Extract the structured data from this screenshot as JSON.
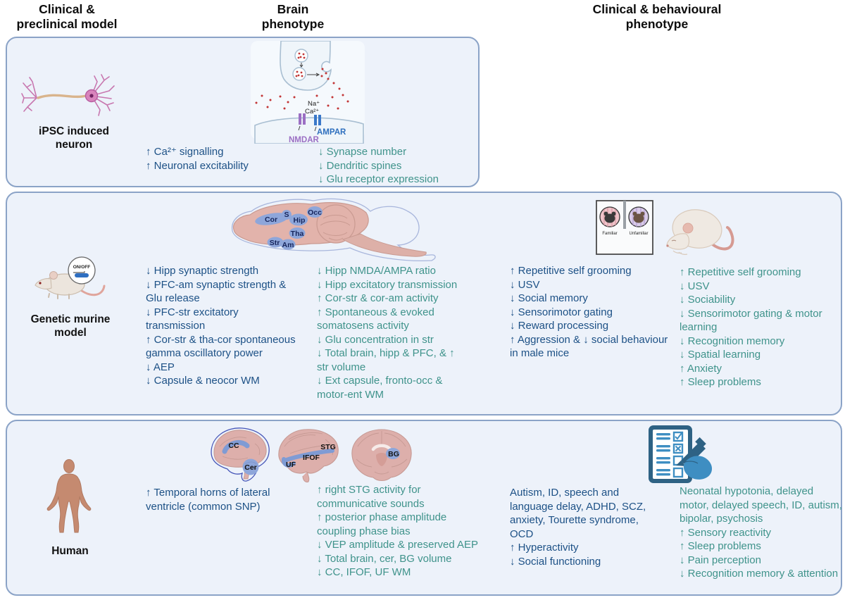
{
  "colors": {
    "text_blue": "#1d5186",
    "text_teal": "#3f938b",
    "panel_bg": "#edf2fa",
    "panel_border": "#8ba3c7",
    "ampar_blue": "#2e6fbe",
    "nmdar_purple": "#9b6fc4",
    "region_blue": "#8ea6da",
    "checklist_dark": "#2e6284",
    "checklist_light": "#3e8ec2"
  },
  "headers": {
    "col1": "Clinical &\npreclinical model",
    "col2": "Brain\nphenotype",
    "col3": "Clinical & behavioural\nphenotype"
  },
  "rows": [
    {
      "model": "iPSC induced\nneuron",
      "synapse": {
        "na": "Na⁺",
        "ca": "Ca²⁺",
        "ampar": "AMPAR",
        "nmdar": "NMDAR"
      },
      "brain_blue": [
        "↑ Ca²⁺ signalling",
        "↑ Neuronal excitability"
      ],
      "brain_teal": [
        "↓ Synapse number",
        "↓ Dendritic spines",
        "↓ Glu receptor expression"
      ]
    },
    {
      "model": "Genetic murine\nmodel",
      "switch_label": "ON/OFF",
      "brain_regions": [
        "Cor",
        "S",
        "Hip",
        "Occ",
        "Tha",
        "Str",
        "Am"
      ],
      "cage": {
        "left": "Familiar",
        "right": "Unfamiliar"
      },
      "brain_blue": [
        "↓ Hipp synaptic strength",
        "↓ PFC-am synaptic strength & Glu release",
        "↓ PFC-str excitatory transmission",
        "↑ Cor-str & tha-cor spontaneous gamma oscillatory power",
        "↓ AEP",
        "↓ Capsule & neocor WM"
      ],
      "brain_teal": [
        "↓ Hipp NMDA/AMPA ratio",
        "↓ Hipp excitatory transmission",
        "↑ Cor-str & cor-am activity",
        "↑ Spontaneous & evoked somatosens activity",
        "↓ Glu concentration in str",
        "↓ Total brain, hipp & PFC, & ↑ str volume",
        "↓ Ext capsule, fronto-occ & motor-ent WM"
      ],
      "behav_blue": [
        "↑ Repetitive self grooming",
        "↓ USV",
        "↓ Social memory",
        "↓ Sensorimotor gating",
        "↓ Reward processing",
        "↑ Aggression & ↓ social behaviour in male mice"
      ],
      "behav_teal": [
        "↑ Repetitive self grooming",
        "↓ USV",
        "↓ Sociability",
        "↓ Sensorimotor gating & motor learning",
        "↓ Recognition memory",
        "↓ Spatial learning",
        "↑ Anxiety",
        "↑ Sleep problems"
      ]
    },
    {
      "model": "Human",
      "brain_labels": {
        "cc": "CC",
        "cer": "Cer",
        "uf": "UF",
        "ifof": "IFOF",
        "stg": "STG",
        "bg": "BG"
      },
      "brain_blue": [
        "↑ Temporal horns of lateral ventricle (common SNP)"
      ],
      "brain_teal": [
        "↑ right STG activity for communicative sounds",
        "↑ posterior phase amplitude coupling phase bias",
        "↓ VEP amplitude & preserved AEP",
        "↓ Total brain, cer, BG volume",
        "↓ CC, IFOF, UF WM"
      ],
      "behav_blue": [
        "Autism, ID, speech and language delay, ADHD, SCZ, anxiety, Tourette syndrome, OCD",
        "↑ Hyperactivity",
        "↓ Social functioning"
      ],
      "behav_teal": [
        "Neonatal hypotonia, delayed motor, delayed speech, ID, autism, bipolar, psychosis",
        "↑ Sensory reactivity",
        "↑ Sleep problems",
        "↓ Pain perception",
        "↓ Recognition memory & attention"
      ]
    }
  ]
}
